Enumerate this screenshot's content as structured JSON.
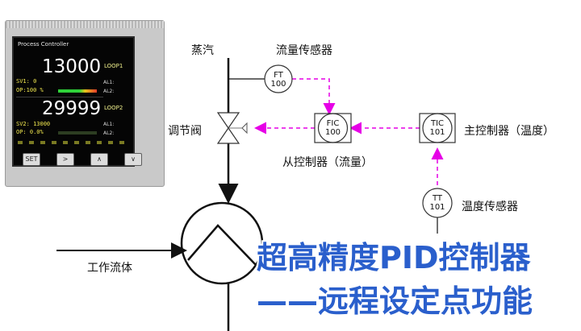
{
  "controller": {
    "title": "Process Controller",
    "pv1": "13000",
    "loop1": "LOOP1",
    "sv1": "SV1: 0",
    "op1": "OP:100 %",
    "al1": "AL1:",
    "al2": "AL2:",
    "pv2": "29999",
    "loop2": "LOOP2",
    "sv2": "SV2: 13000",
    "op2": "OP: 0.0%",
    "al1b": "AL1:",
    "al2b": "AL2:",
    "buttons": [
      "SET",
      ">",
      "∧",
      "∨"
    ]
  },
  "labels": {
    "steam": "蒸汽",
    "flow_sensor": "流量传感器",
    "control_valve": "调节阀",
    "slave_controller": "从控制器（流量）",
    "master_controller": "主控制器（温度）",
    "temp_sensor": "温度传感器",
    "working_fluid": "工作流体"
  },
  "instruments": {
    "ft": {
      "tag": "FT",
      "num": "100"
    },
    "fic": {
      "tag": "FIC",
      "num": "100"
    },
    "tic": {
      "tag": "TIC",
      "num": "101"
    },
    "tt": {
      "tag": "TT",
      "num": "101"
    }
  },
  "headline": {
    "line1": "超高精度PID控制器",
    "line2": "——远程设定点功能"
  },
  "colors": {
    "signal": "#e600e6",
    "title": "#2a5fcc"
  }
}
